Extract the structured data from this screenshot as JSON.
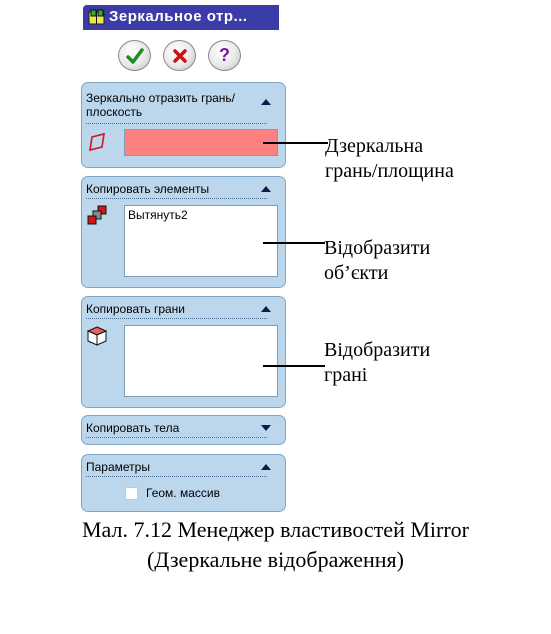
{
  "panel": {
    "title": "Зеркальное отр...",
    "buttons": {
      "ok_icon": "check-icon",
      "cancel_icon": "x-icon",
      "help_icon": "question-icon"
    },
    "groups": {
      "mirror_face": {
        "title": "Зеркально отразить грань/плоскость",
        "field_color": "#ff8080"
      },
      "copy_features": {
        "title": "Копировать элементы",
        "items": [
          "Вытянуть2"
        ]
      },
      "copy_faces": {
        "title": "Копировать грани",
        "items": []
      },
      "copy_bodies": {
        "title": "Копировать тела"
      },
      "options": {
        "title": "Параметры",
        "checkbox_label": "Геом. массив",
        "checkbox_checked": false
      }
    }
  },
  "annotations": {
    "mirror_face": [
      "Дзеркальна",
      "грань/площина"
    ],
    "features": [
      "Відобразити",
      "об’єкти"
    ],
    "faces": [
      "Відобразити",
      "грані"
    ]
  },
  "caption": {
    "line1": "Мал. 7.12 Менеджер властивостей Mirror",
    "line2": "(Дзеркальне відображення)"
  },
  "colors": {
    "title_bar": "#3c3ca8",
    "group_bg": "#bcd6ec",
    "selection_field": "#ff8080"
  }
}
